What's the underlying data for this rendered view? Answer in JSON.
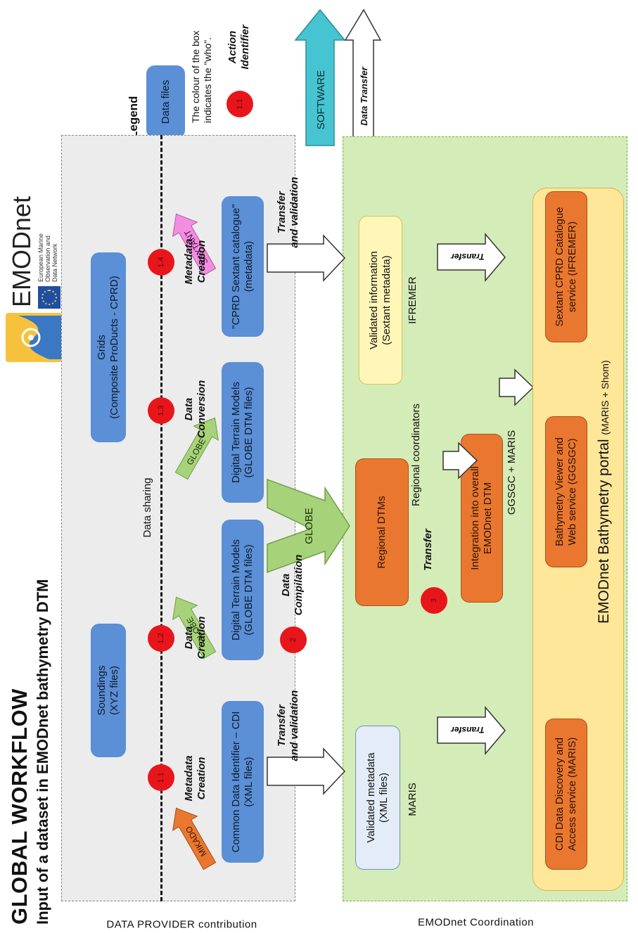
{
  "title": "GLOBAL WORKFLOW",
  "subtitle": "Input of a dataset in EMODnet bathymetry DTM",
  "logo": {
    "wordmark": "EMODnet",
    "tagline": "European Marine\nObservation and\nData Network"
  },
  "legend": {
    "title": "Legend",
    "box_label": "Data files",
    "box_note": "The colour of the box\nindicates the \"who\".",
    "circle_number": "1.1",
    "circle_label": "Action\nIdentifier",
    "software_label": "SOFTWARE",
    "transfer_label": "Data Transfer"
  },
  "regions": {
    "provider_label": "DATA PROVIDER contribution",
    "coordination_label": "EMODnet Coordination",
    "data_sharing": "Data sharing"
  },
  "provider": {
    "soundings": "Soundings\n(XYZ files)",
    "grids": "Grids\n(Composite ProDucts - CPRD)",
    "cdi_files": "Common Data Identifier – CDI\n(XML files)",
    "dtm_files_1": "Digital Terrain Models\n(GLOBE DTM files)",
    "dtm_files_2": "Digital Terrain Models\n(GLOBE DTM files)",
    "sextant_catalogue": "\"CPRD Sextant catalogue\"\n(metadata)"
  },
  "software": {
    "mikado": "MIKADO",
    "globe_1": "GLOBE",
    "globe_2": "GLOBE",
    "sextant": "SEXTANT",
    "globe_big": "GLOBE"
  },
  "actions": {
    "a11": {
      "number": "1.1",
      "label": "Metadata\nCreation"
    },
    "a12": {
      "number": "1.2",
      "label": "Data\nCreation"
    },
    "a13": {
      "number": "1.3",
      "label": "Data\nConversion"
    },
    "a14": {
      "number": "1.4",
      "label": "Metadata\nCreation"
    },
    "a2": {
      "number": "2",
      "label": "Data\nCompilation"
    },
    "a3": {
      "number": "3",
      "label": "Transfer"
    }
  },
  "transfers": {
    "left": "Transfer\nand validation",
    "right": "Transfer\nand validation",
    "maris": "Transfer",
    "ifremer": "Transfer"
  },
  "coordination": {
    "validated_metadata": "Validated metadata\n(XML files)",
    "maris_label": "MARIS",
    "regional_dtms": "Regional DTMs",
    "regional_coordinators": "Regional  coordinators",
    "integration": "Integration into overall\nEMODnet DTM",
    "ggsgc_maris": "GGSGC + MARIS",
    "validated_info": "Validated information\n(Sextant metadata)",
    "ifremer_label": "IFREMER"
  },
  "portal": {
    "title": "EMODnet Bathymetry portal",
    "subtitle": "(MARIS + Shom)",
    "cdi_service": "CDI Data Discovery and\nAccess service (MARIS)",
    "viewer_service": "Bathymetry Viewer and\nWeb service (GGSGC)",
    "sextant_service": "Sextant CPRD Catalogue\nservice (IFREMER)"
  }
}
